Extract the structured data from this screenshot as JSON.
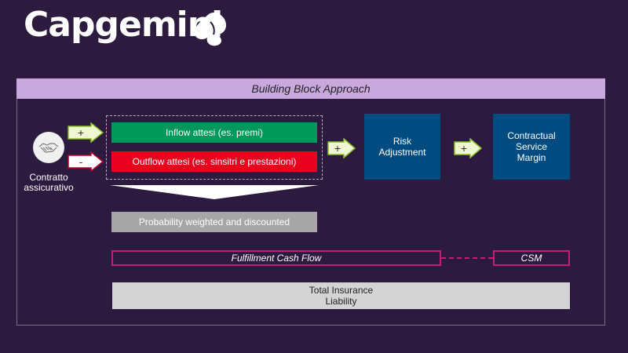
{
  "brand": {
    "name": "Capgemini"
  },
  "diagram": {
    "title": "Building Block Approach",
    "contract_label_line1": "Contratto",
    "contract_label_line2": "assicurativo",
    "plus_sign": "+",
    "minus_sign": "-",
    "inflow": "Inflow attesi (es. premi)",
    "outflow": "Outflow attesi (es. sinsitri e prestazioni)",
    "probability": "Probability weighted and discounted",
    "risk_line1": "Risk",
    "risk_line2": "Adjustment",
    "csm_line1": "Contractual",
    "csm_line2": "Service",
    "csm_line3": "Margin",
    "fulfillment": "Fulfillment Cash Flow",
    "csm_short": "CSM",
    "total_line1": "Total Insurance",
    "total_line2": "Liability"
  },
  "colors": {
    "background": "#2c1a3f",
    "header": "#c9a9dd",
    "inflow": "#00975a",
    "outflow": "#e8001f",
    "blue": "#004b80",
    "magenta": "#c21d7a",
    "arrow_fill": "#eef7d0",
    "arrow_stroke": "#8cbf2b",
    "arrow_stroke_minus": "#c0002a"
  }
}
